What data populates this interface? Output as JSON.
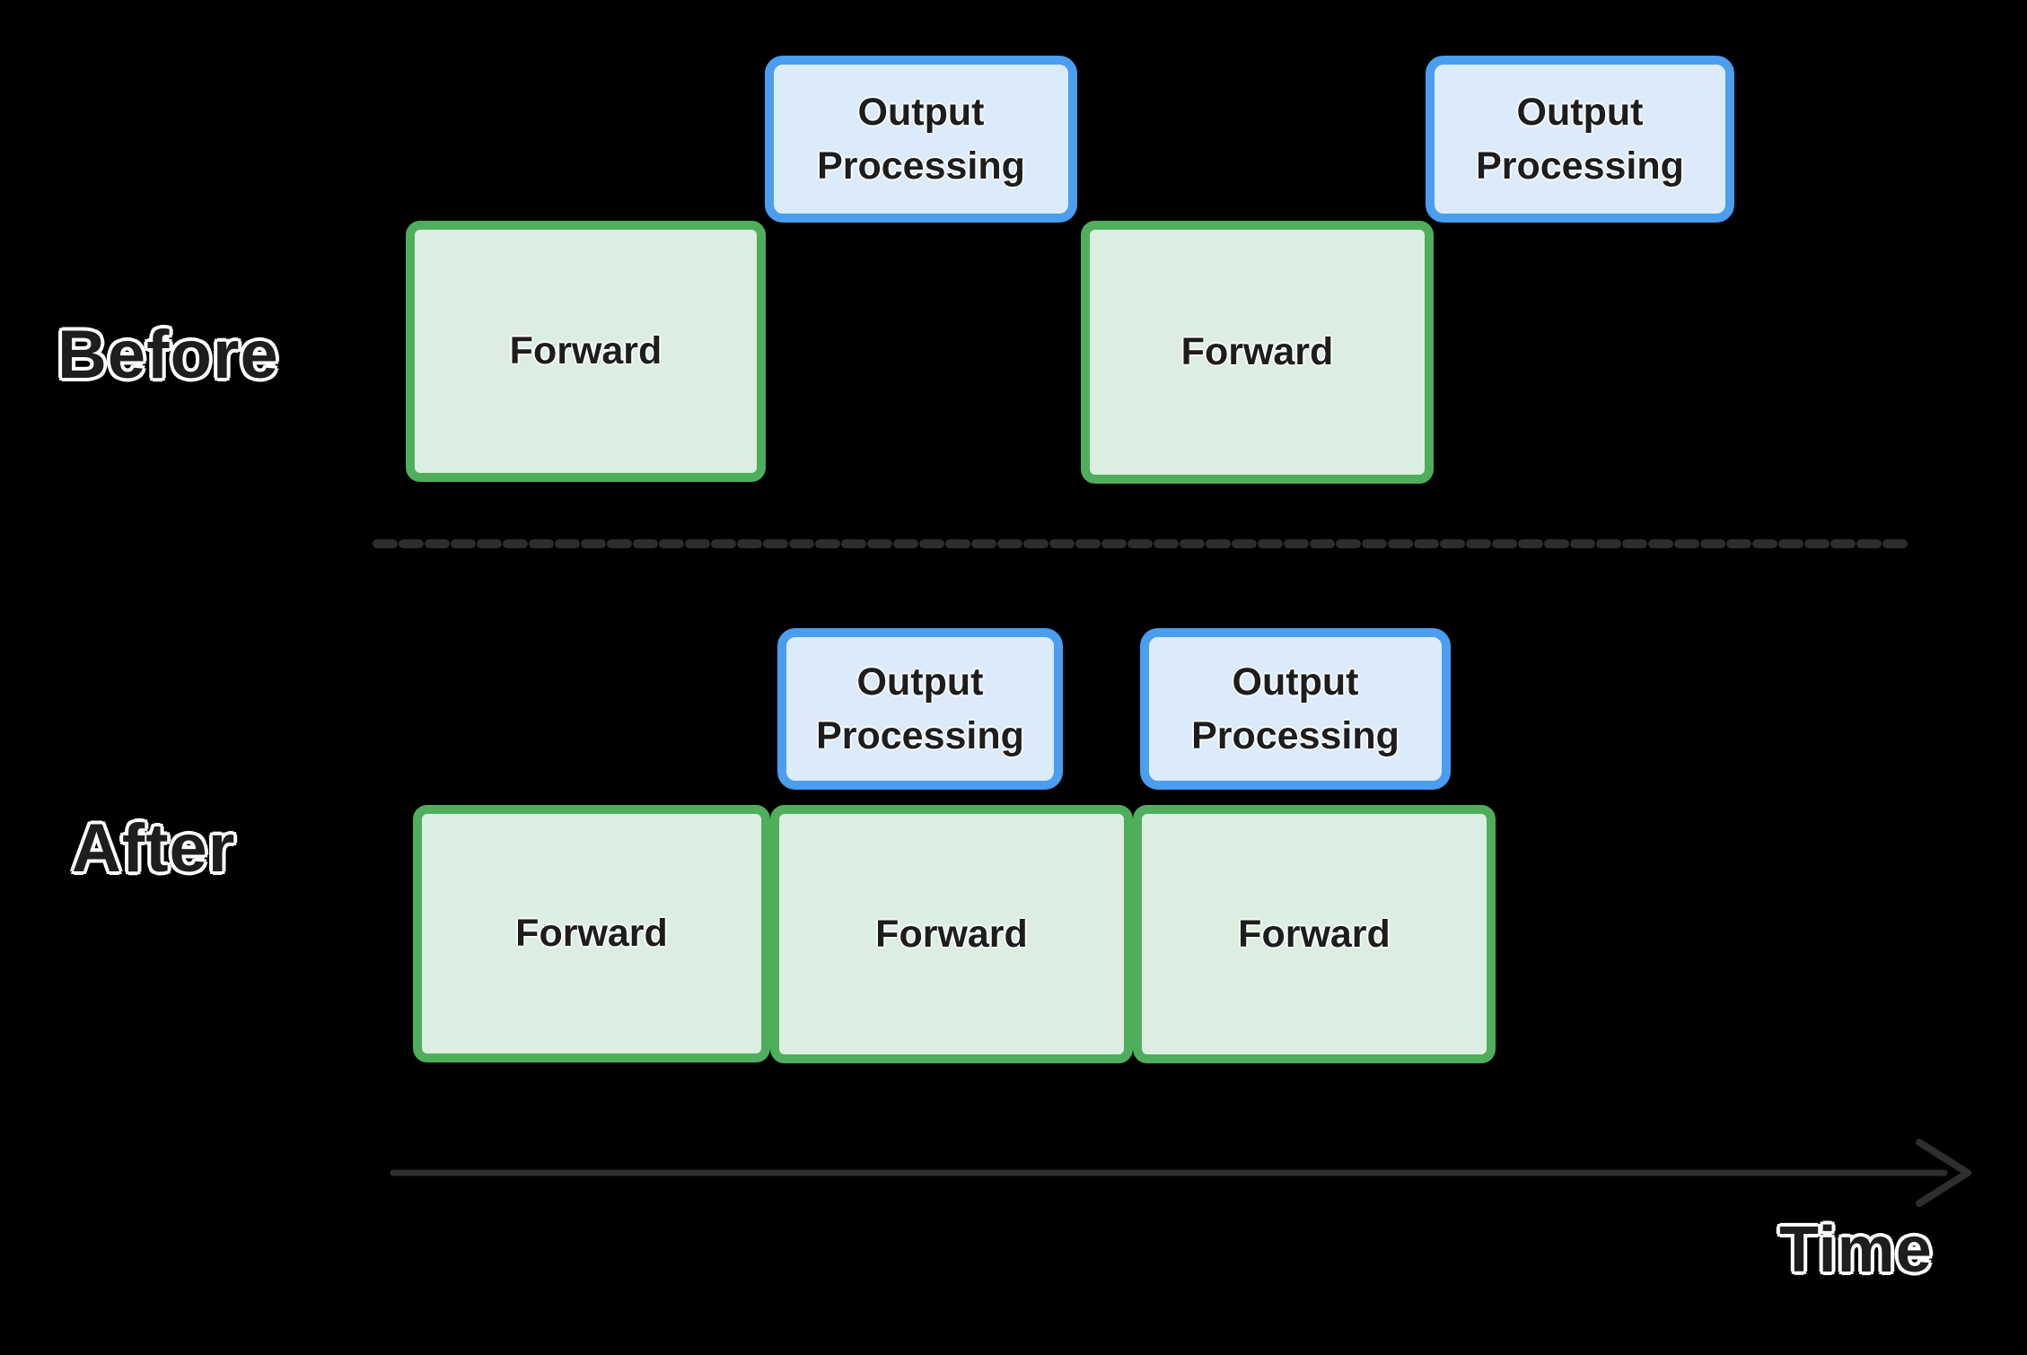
{
  "labels": {
    "before": "Before",
    "after": "After",
    "time": "Time"
  },
  "rows": {
    "before": {
      "forward_1": "Forward",
      "output_1": "Output Processing",
      "forward_2": "Forward",
      "output_2": "Output Processing"
    },
    "after": {
      "forward_1": "Forward",
      "forward_2": "Forward",
      "forward_3": "Forward",
      "output_1": "Output Processing",
      "output_2": "Output Processing"
    }
  },
  "icons": {
    "time_arrow": "right-arrow"
  },
  "colors": {
    "background": "#000000",
    "forward_fill": "#dceee1",
    "forward_border": "#4fae5c",
    "output_fill": "#dcebf9",
    "output_border": "#4a9ef0",
    "box_text": "#1d1d1d",
    "label_text": "#1e1e1e",
    "label_outline": "#ffffff",
    "divider": "#2d2d2d",
    "arrow": "#2e2e2e"
  }
}
